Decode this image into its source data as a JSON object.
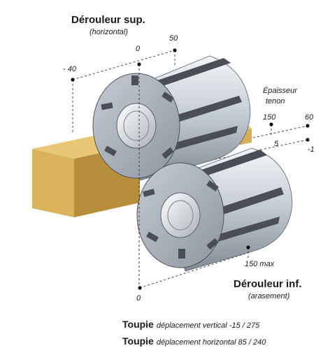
{
  "labels": {
    "upper_title": "Dérouleur sup.",
    "upper_sub": "(horizontal)",
    "lower_title": "Dérouleur inf.",
    "lower_sub": "(arasement)",
    "tenon_line1": "Épaisseur",
    "tenon_line2": "tenon"
  },
  "dimensions": {
    "upper_zero": "0",
    "upper_50": "50",
    "upper_minus40": "- 40",
    "tenon_150": "150",
    "tenon_60": "60",
    "tenon_5": "5",
    "tenon_minus1": "-1",
    "lower_150max": "150 max",
    "lower_zero": "0"
  },
  "footer": [
    {
      "bold": "Toupie",
      "text": "déplacement vertical -15 / 275"
    },
    {
      "bold": "Toupie",
      "text": "déplacement horizontal 85 / 240"
    }
  ],
  "colors": {
    "wood_front": "#d9b25a",
    "wood_top": "#e8c877",
    "wood_side": "#b78f3c",
    "steel_light": "#e6e9ee",
    "steel_mid": "#b5bcc6",
    "steel_dark": "#6b7480",
    "knife": "#4a4f57"
  }
}
